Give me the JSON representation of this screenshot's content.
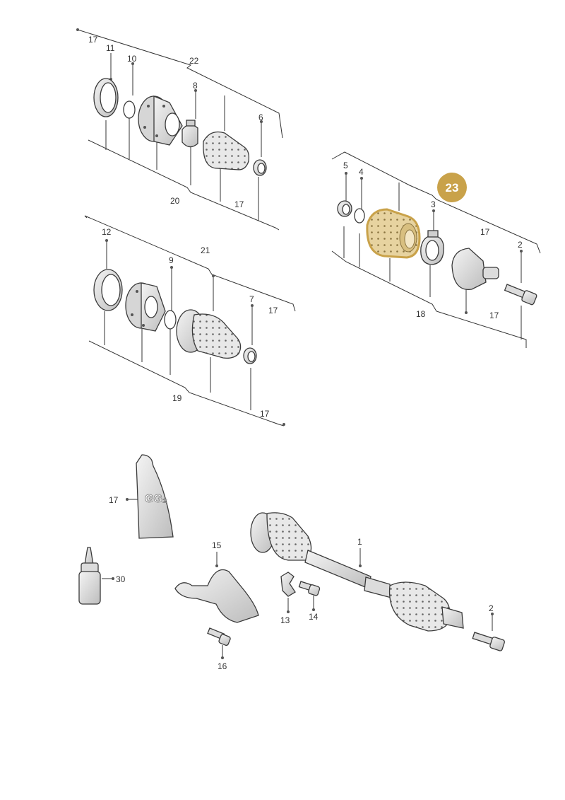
{
  "labels": {
    "l1": "1",
    "l2a": "2",
    "l2b": "2",
    "l3": "3",
    "l4": "4",
    "l5": "5",
    "l6": "6",
    "l7": "7",
    "l8": "8",
    "l9": "9",
    "l10": "10",
    "l11": "11",
    "l12": "12",
    "l13": "13",
    "l14": "14",
    "l15": "15",
    "l16": "16",
    "l17a": "17",
    "l17b": "17",
    "l17c": "17",
    "l17d": "17",
    "l17e": "17",
    "l17f": "17",
    "l17g": "17",
    "l18": "18",
    "l19": "19",
    "l20": "20",
    "l21": "21",
    "l22": "22",
    "l30": "30"
  },
  "callout": {
    "number": "23",
    "color": "#c9a24a",
    "highlight": "#e7d3a0"
  },
  "tube_text": "GG₂",
  "colors": {
    "part_fill": "#eeeeee",
    "part_shade": "#cfcfcf",
    "boot_dots": "#666666"
  }
}
